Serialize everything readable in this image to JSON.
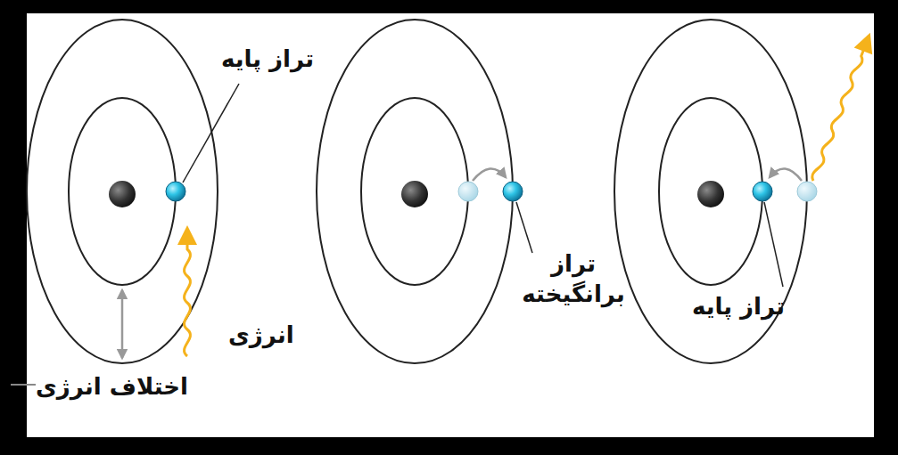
{
  "diagram": {
    "labels": [
      "تراز پایه",
      "انرژی",
      "اختلاف انرژی",
      "تراز برانگیخته",
      "تراز پایه"
    ]
  }
}
